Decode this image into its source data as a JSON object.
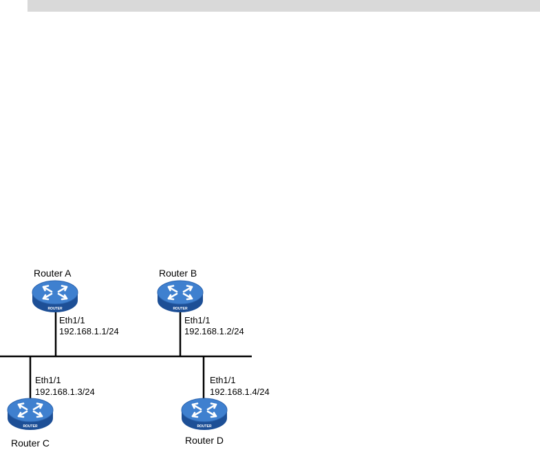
{
  "routers": [
    {
      "id": "a",
      "name": "Router A",
      "interface": "Eth1/1",
      "ip": "192.168.1.1/24",
      "badge": "ROUTER"
    },
    {
      "id": "b",
      "name": "Router B",
      "interface": "Eth1/1",
      "ip": "192.168.1.2/24",
      "badge": "ROUTER"
    },
    {
      "id": "c",
      "name": "Router C",
      "interface": "Eth1/1",
      "ip": "192.168.1.3/24",
      "badge": "ROUTER"
    },
    {
      "id": "d",
      "name": "Router D",
      "interface": "Eth1/1",
      "ip": "192.168.1.4/24",
      "badge": "ROUTER"
    }
  ],
  "colors": {
    "router_body": "#2f6fc1",
    "router_top": "#4a8ad6",
    "router_dark": "#1d4f96",
    "top_bar": "#d9d9d9",
    "line": "#000000"
  }
}
